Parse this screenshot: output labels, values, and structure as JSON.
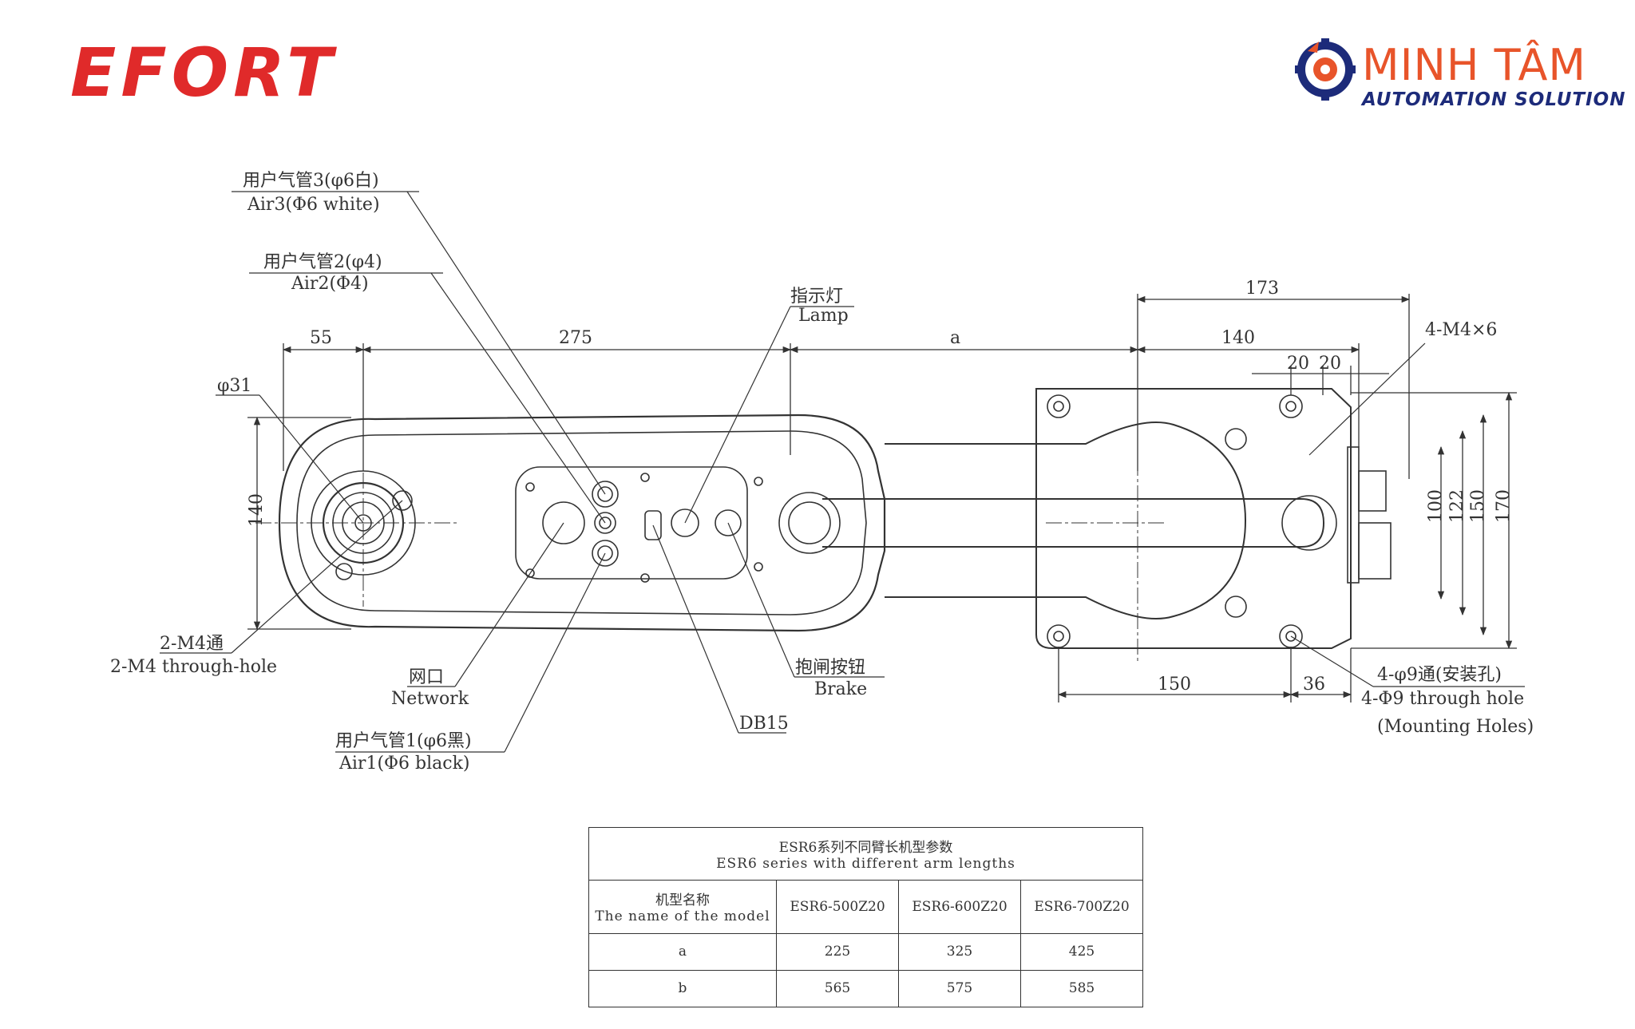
{
  "brand": {
    "efort": "EFORT",
    "minhtam_name": "MINH TÂM",
    "minhtam_tagline": "AUTOMATION SOLUTION"
  },
  "colors": {
    "efort_red": "#e02a2a",
    "minhtam_orange": "#e8542a",
    "minhtam_blue": "#1d2b7a",
    "line": "#333333"
  },
  "labels": {
    "air3_cn": "用户气管3(φ6白)",
    "air3_en": "Air3(Φ6 white)",
    "air2_cn": "用户气管2(φ4)",
    "air2_en": "Air2(Φ4)",
    "lamp_cn": "指示灯",
    "lamp_en": "Lamp",
    "phi31": "φ31",
    "m4_cn": "2-M4通",
    "m4_en": "2-M4 through-hole",
    "net_cn": "网口",
    "net_en": "Network",
    "air1_cn": "用户气管1(φ6黑)",
    "air1_en": "Air1(Φ6 black)",
    "db15": "DB15",
    "brake_cn": "抱闸按钮",
    "brake_en": "Brake",
    "m4x6": "4-M4×6",
    "mount_cn": "4-φ9通(安装孔)",
    "mount_en": "4-Φ9 through hole",
    "mount_en2": "(Mounting Holes)"
  },
  "dimensions": {
    "d55": "55",
    "d275": "275",
    "da": "a",
    "d173": "173",
    "d140_top": "140",
    "d20a": "20",
    "d20b": "20",
    "d140_left": "140",
    "d100": "100",
    "d122": "122",
    "d150_v": "150",
    "d170": "170",
    "d150_h": "150",
    "d36": "36"
  },
  "table": {
    "title_cn": "ESR6系列不同臂长机型参数",
    "title_en": "ESR6 series with different arm lengths",
    "header_cn": "机型名称",
    "header_en": "The name of the model",
    "models": [
      "ESR6-500Z20",
      "ESR6-600Z20",
      "ESR6-700Z20"
    ],
    "rows": [
      {
        "param": "a",
        "values": [
          "225",
          "325",
          "425"
        ]
      },
      {
        "param": "b",
        "values": [
          "565",
          "575",
          "585"
        ]
      }
    ]
  }
}
